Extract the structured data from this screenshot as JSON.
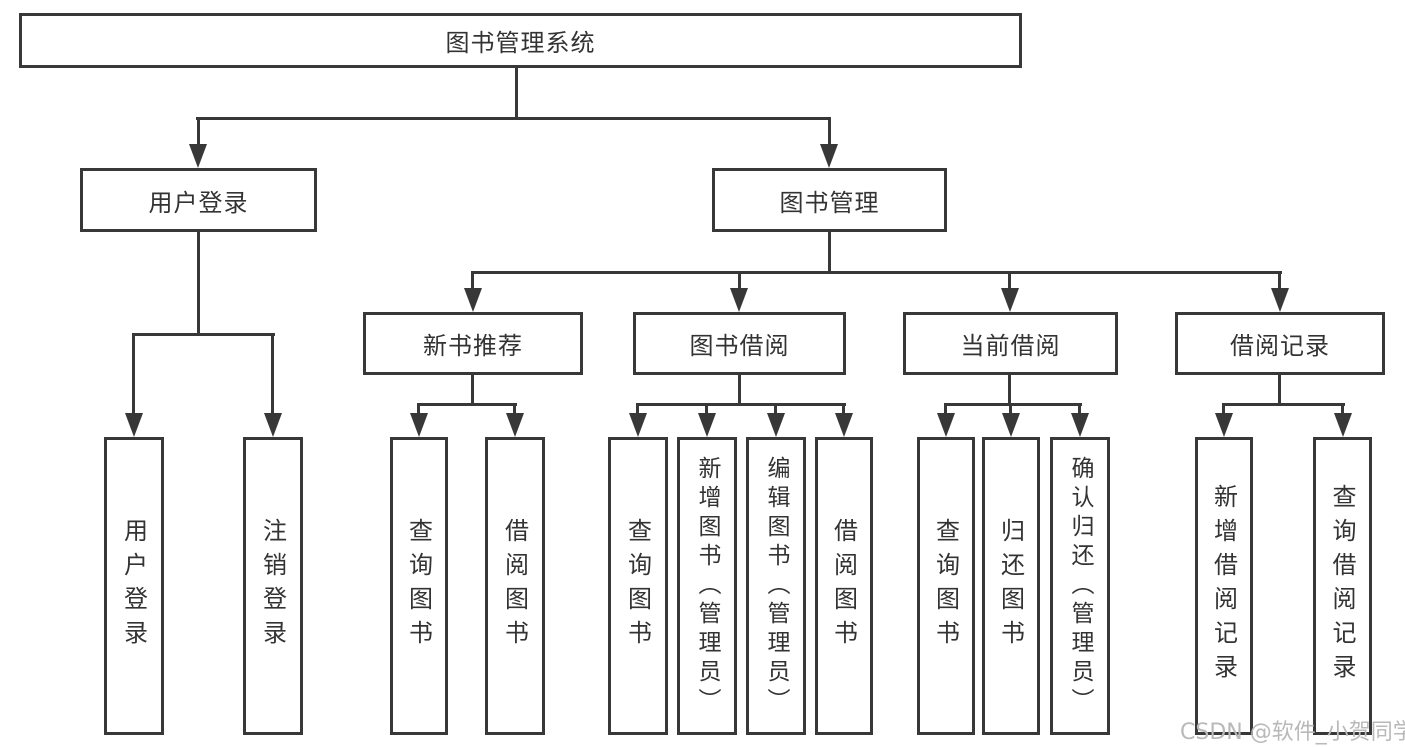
{
  "tree": {
    "root": "图书管理系统",
    "login": {
      "label": "用户登录",
      "children": [
        {
          "label": "用户登录"
        },
        {
          "label": "注销登录"
        }
      ]
    },
    "mgmt": {
      "label": "图书管理",
      "groups": [
        {
          "label": "新书推荐",
          "children": [
            {
              "label": "查询图书"
            },
            {
              "label": "借阅图书"
            }
          ]
        },
        {
          "label": "图书借阅",
          "children": [
            {
              "label": "查询图书"
            },
            {
              "label": "新增图书（管理员）"
            },
            {
              "label": "编辑图书（管理员）"
            },
            {
              "label": "借阅图书"
            }
          ]
        },
        {
          "label": "当前借阅",
          "children": [
            {
              "label": "查询图书"
            },
            {
              "label": "归还图书"
            },
            {
              "label": "确认归还（管理员）"
            }
          ]
        },
        {
          "label": "借阅记录",
          "children": [
            {
              "label": "新增借阅记录"
            },
            {
              "label": "查询借阅记录"
            }
          ]
        }
      ]
    }
  },
  "watermark": {
    "text": "CSDN @软件_小贺同学"
  },
  "colors": {
    "border": "#383838",
    "text": "#333333",
    "watermark": "#b9b9b9",
    "background": "#ffffff"
  }
}
